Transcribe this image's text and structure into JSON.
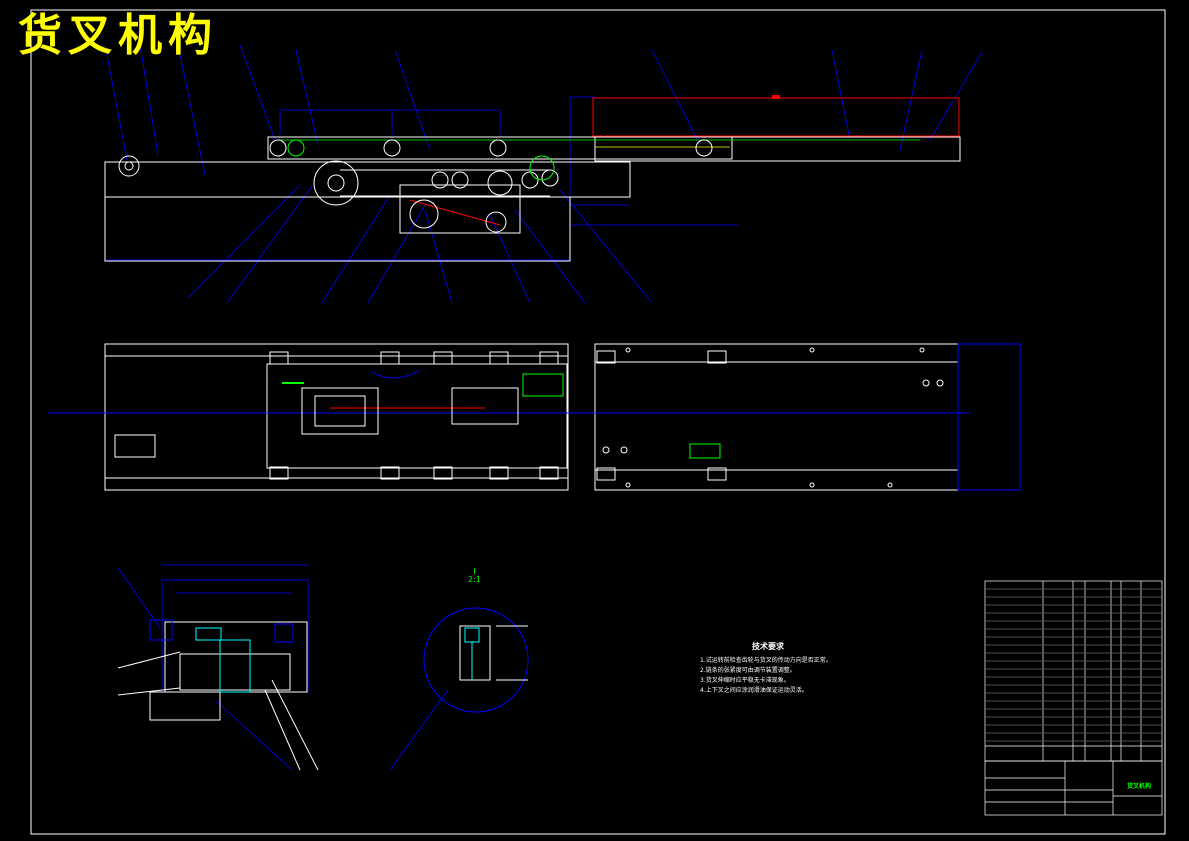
{
  "drawing": {
    "title": "货叉机构",
    "tech_requirements": {
      "heading": "技术要求",
      "items": [
        "1.试运转前检查齿轮与货叉的传动方向是否正常。",
        "2.链条的张紧度可由调节装置调整。",
        "3.货叉伸缩时应平稳无卡滞现象。",
        "4.上下叉之间应涂润滑油保证运动灵活。"
      ]
    },
    "detail": {
      "label": "I",
      "scale": "2:1"
    },
    "title_block": {
      "drawing_name": "货叉机构"
    },
    "colors": {
      "frame": "#ffffff",
      "dimension": "#0000ff",
      "title": "#ffff00",
      "accent": "#ff0000",
      "green": "#00ff00"
    }
  }
}
